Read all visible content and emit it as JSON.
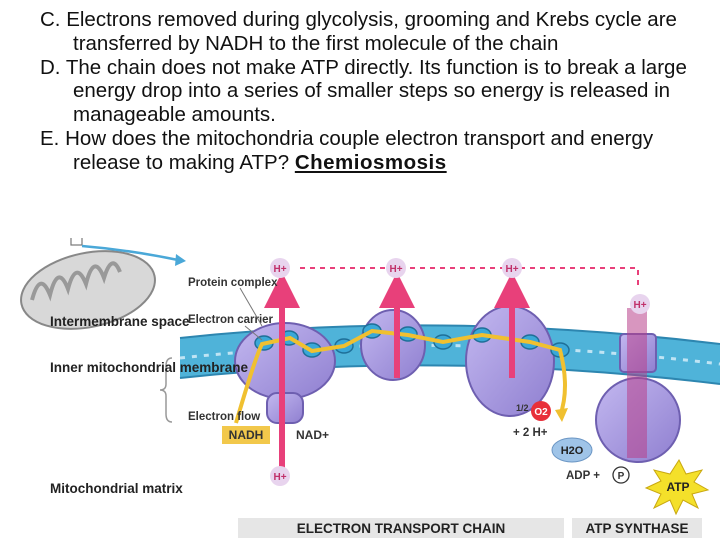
{
  "bullets": [
    {
      "text": "C. Electrons removed during glycolysis, grooming and Krebs cycle are transferred by NADH to the first molecule of the chain"
    },
    {
      "text": "D. The chain does not make ATP directly.  Its function is to break a large energy drop into a series of smaller steps so energy is released in manageable amounts."
    },
    {
      "text_before": "E. How does the mitochondria couple electron transport and energy release to making ATP?   ",
      "answer": "Chemiosmosis"
    }
  ],
  "diagram": {
    "regions": {
      "intermembrane": "Intermembrane space",
      "inner_membrane": "Inner mitochondrial membrane",
      "matrix": "Mitochondrial matrix"
    },
    "labels": {
      "protein_complex": "Protein complex",
      "electron_carrier": "Electron carrier",
      "electron_flow": "Electron flow",
      "nadh": "NADH",
      "nad": "NAD+",
      "h": "H+",
      "half": "1/2",
      "o2": "O2",
      "two_h": "+ 2 H+",
      "h2o": "H2O",
      "adp": "ADP +",
      "p": "P",
      "atp": "ATP"
    },
    "footer": {
      "etc": "ELECTRON TRANSPORT CHAIN",
      "atp_synthase": "ATP SYNTHASE"
    },
    "colors": {
      "complex": "#a99be0",
      "membrane": "#4fb3d9",
      "proton_arrow": "#e8407a",
      "electron_path": "#f0c030",
      "nadh_box": "#f2c84b",
      "o2": "#e8303a",
      "h2o": "#9fc4e8",
      "atp_star": "#f4e02a"
    }
  }
}
